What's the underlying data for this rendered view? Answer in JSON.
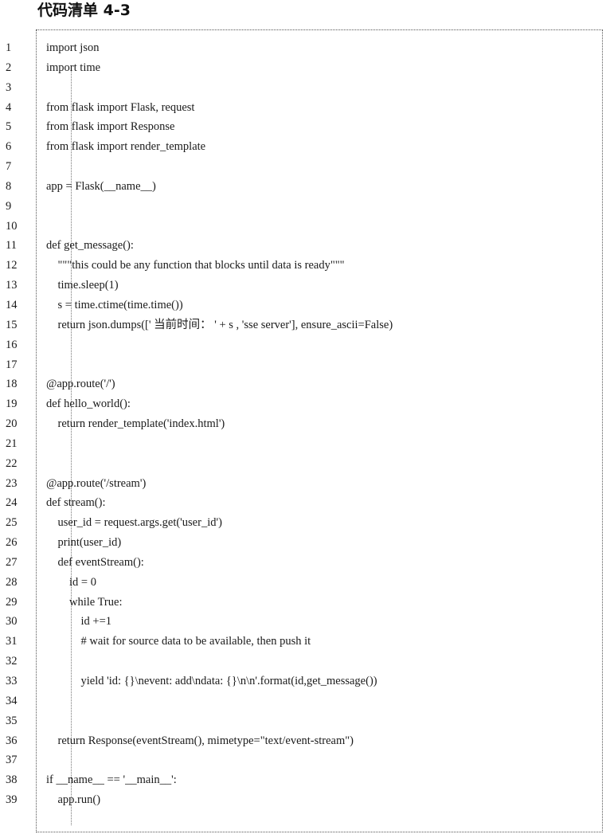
{
  "title": "代码清单 4-3",
  "code": {
    "line_numbers": [
      "1",
      "2",
      "3",
      "4",
      "5",
      "6",
      "7",
      "8",
      "9",
      "10",
      "11",
      "12",
      "13",
      "14",
      "15",
      "16",
      "17",
      "18",
      "19",
      "20",
      "21",
      "22",
      "23",
      "24",
      "25",
      "26",
      "27",
      "28",
      "29",
      "30",
      "31",
      "32",
      "33",
      "34",
      "35",
      "36",
      "37",
      "38",
      "39"
    ],
    "lines": [
      "import json",
      "import time",
      "",
      "from flask import Flask, request",
      "from flask import Response",
      "from flask import render_template",
      "",
      "app = Flask(__name__)",
      "",
      "",
      "def get_message():",
      "    \"\"\"this could be any function that blocks until data is ready\"\"\"",
      "    time.sleep(1)",
      "    s = time.ctime(time.time())",
      "    return json.dumps([' 当前时间： ' + s , 'sse server'], ensure_ascii=False)",
      "",
      "",
      "@app.route('/')",
      "def hello_world():",
      "    return render_template('index.html')",
      "",
      "",
      "@app.route('/stream')",
      "def stream():",
      "    user_id = request.args.get('user_id')",
      "    print(user_id)",
      "    def eventStream():",
      "        id = 0",
      "        while True:",
      "            id +=1",
      "            # wait for source data to be available, then push it",
      "",
      "            yield 'id: {}\\nevent: add\\ndata: {}\\n\\n'.format(id,get_message())",
      "",
      "",
      "    return Response(eventStream(), mimetype=\"text/event-stream\")",
      "",
      "if __name__ == '__main__':",
      "    app.run()"
    ]
  }
}
